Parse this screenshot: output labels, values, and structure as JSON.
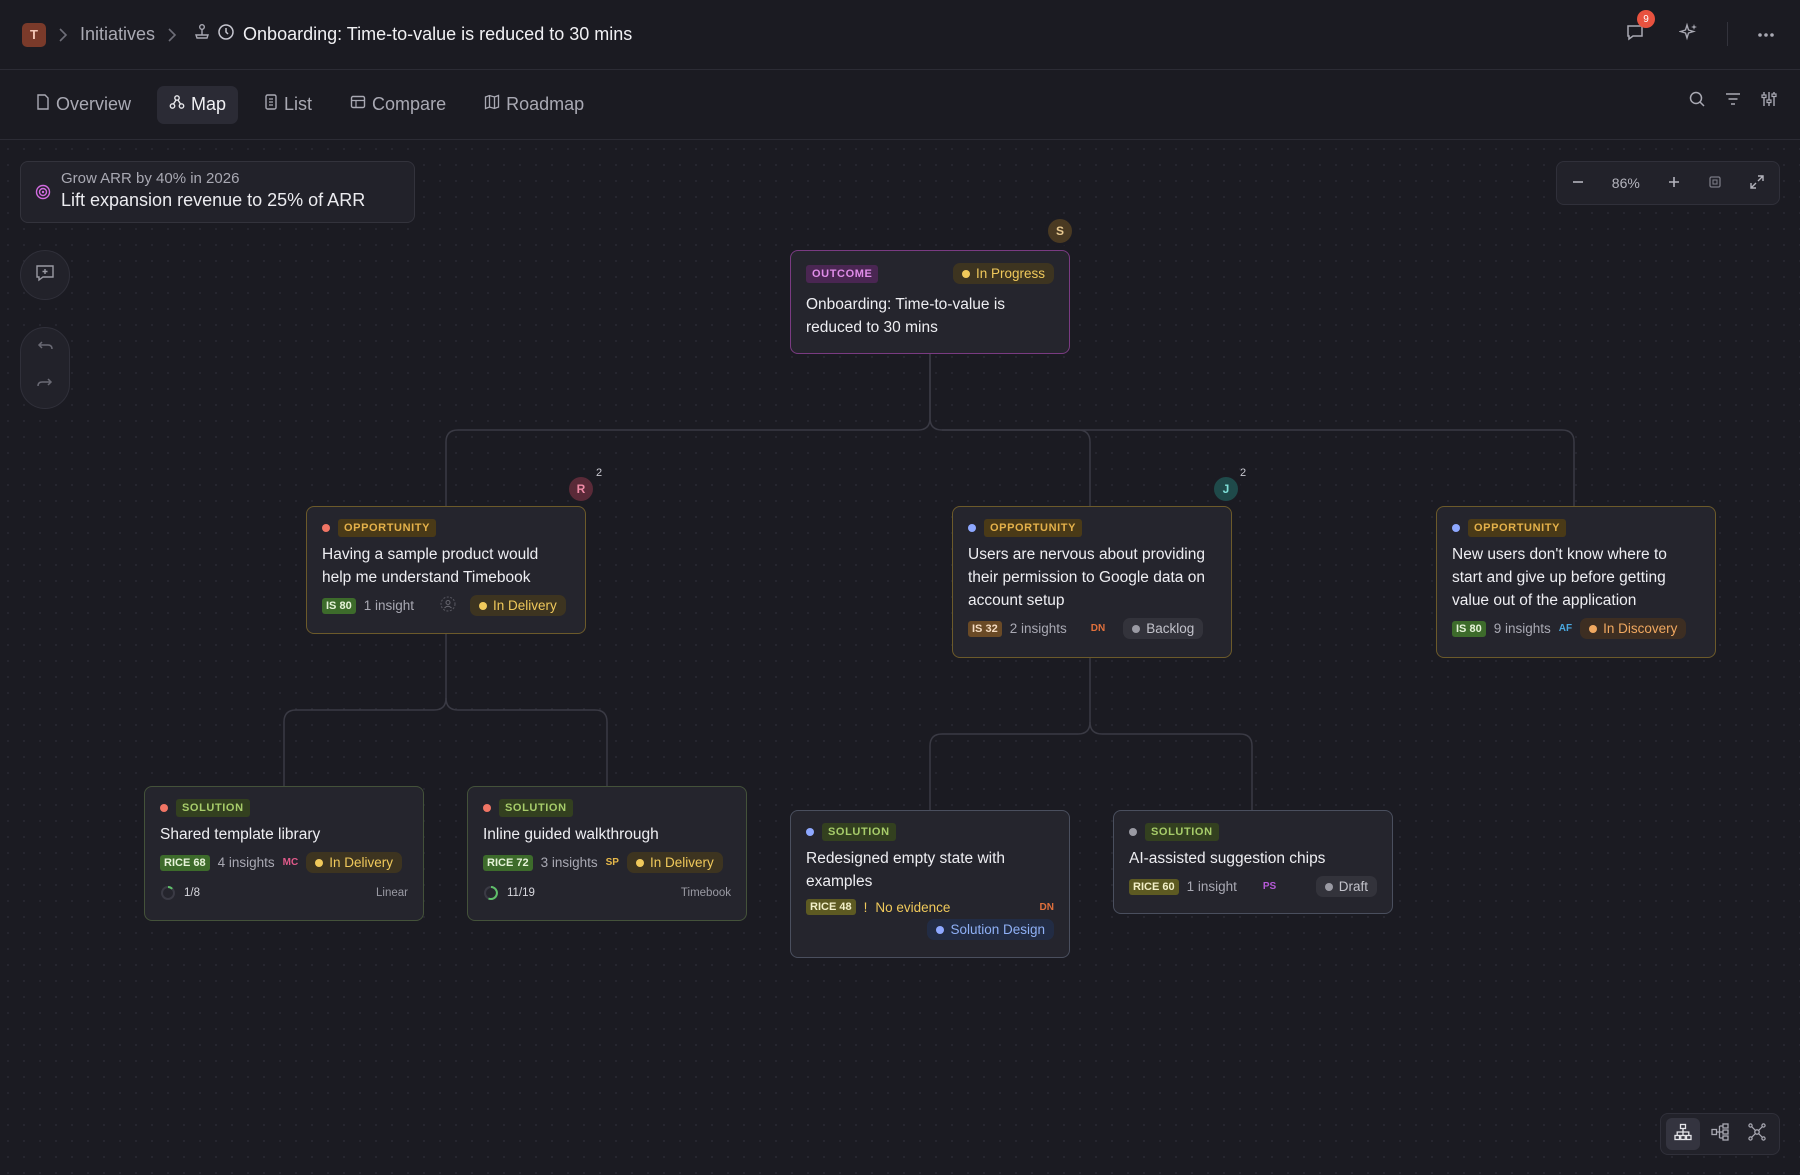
{
  "header": {
    "workspace_initial": "T",
    "breadcrumb_root": "Initiatives",
    "title": "Onboarding: Time-to-value is reduced to 30 mins",
    "notification_count": "9"
  },
  "tabs": [
    {
      "label": "Overview",
      "icon": "document-icon"
    },
    {
      "label": "Map",
      "icon": "map-tree-icon"
    },
    {
      "label": "List",
      "icon": "list-icon"
    },
    {
      "label": "Compare",
      "icon": "table-icon"
    },
    {
      "label": "Roadmap",
      "icon": "roadmap-icon"
    }
  ],
  "goal": {
    "parent": "Grow ARR by 40% in 2026",
    "title": "Lift expansion revenue to 25% of ARR"
  },
  "zoom": {
    "level": "86%"
  },
  "outcome": {
    "tag": "OUTCOME",
    "status": "In Progress",
    "title": "Onboarding: Time-to-value is reduced to 30 mins",
    "avatar": "S"
  },
  "opportunities": [
    {
      "tag": "OPPORTUNITY",
      "title": "Having a sample product would help me understand Timebook",
      "score": "IS 80",
      "insights": "1 insight",
      "owner": "",
      "status": "In Delivery",
      "avatar": "R",
      "avatar_count": "2"
    },
    {
      "tag": "OPPORTUNITY",
      "title": "Users are nervous about providing their permission to Google data on account setup",
      "score": "IS 32",
      "insights": "2 insights",
      "owner": "DN",
      "status": "Backlog",
      "avatar": "J",
      "avatar_count": "2"
    },
    {
      "tag": "OPPORTUNITY",
      "title": "New users don't know where to start and give up before getting value out of the application",
      "score": "IS 80",
      "insights": "9 insights",
      "owner": "AF",
      "status": "In Discovery"
    }
  ],
  "solutions": [
    {
      "tag": "SOLUTION",
      "title": "Shared template library",
      "score": "RICE 68",
      "insights": "4 insights",
      "owner": "MC",
      "status": "In Delivery",
      "progress": "1/8",
      "progress_fraction": 0.125,
      "source": "Linear"
    },
    {
      "tag": "SOLUTION",
      "title": "Inline guided walkthrough",
      "score": "RICE 72",
      "insights": "3 insights",
      "owner": "SP",
      "status": "In Delivery",
      "progress": "11/19",
      "progress_fraction": 0.58,
      "source": "Timebook"
    },
    {
      "tag": "SOLUTION",
      "title": "Redesigned empty state with examples",
      "score": "RICE 48",
      "evidence_mark": "!",
      "evidence": "No evidence",
      "owner": "DN",
      "status": "Solution Design"
    },
    {
      "tag": "SOLUTION",
      "title": "AI-assisted suggestion chips",
      "score": "RICE 60",
      "insights": "1 insight",
      "owner": "PS",
      "status": "Draft"
    }
  ],
  "colors": {
    "outcome_border": "#7a3b82",
    "opportunity_border": "#6c5a2a",
    "solution_border": "#44523a",
    "status_yellow": "#f0c95b",
    "accent_red_dot": "#f07565",
    "accent_blue_dot": "#8ea8ff"
  }
}
